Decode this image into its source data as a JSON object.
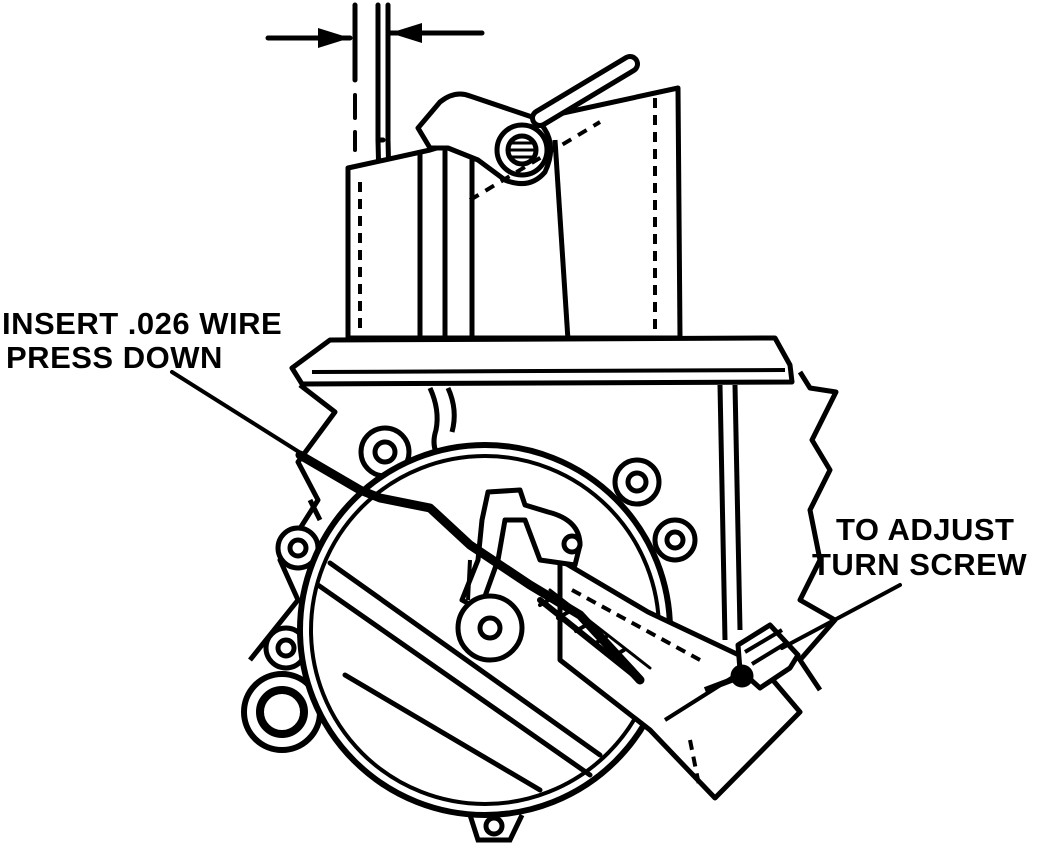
{
  "diagram": {
    "callouts": {
      "insert_wire": {
        "line1": "INSERT .026 WIRE",
        "line2": "PRESS DOWN"
      },
      "adjust": {
        "line1": "TO ADJUST",
        "line2": "TURN SCREW"
      }
    },
    "colors": {
      "ink": "#000000",
      "paper": "#ffffff"
    }
  }
}
